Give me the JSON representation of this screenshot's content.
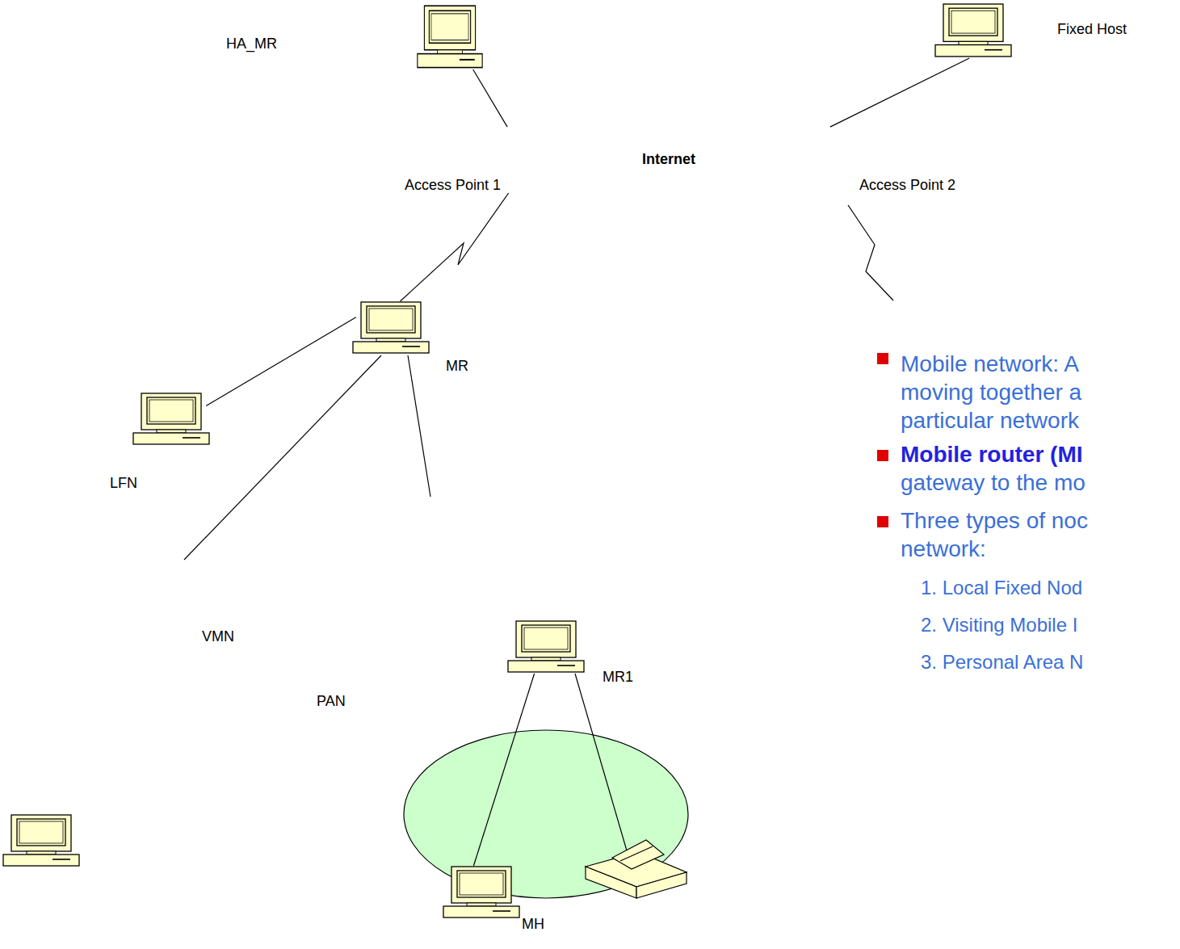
{
  "diagram": {
    "nodes": [
      {
        "text": [
          "HA_MR"
        ]
      },
      {
        "text": [
          "Fixed Host"
        ]
      },
      {
        "text": [
          "Internet"
        ]
      },
      {
        "text": [
          "Access Point 1"
        ],
        "in": 2
      },
      {
        "text": [
          "Access Point 2"
        ],
        "in": 2
      },
      {
        "text": [
          "VMN",
          "PAN"
        ]
      },
      {
        "text": [
          "MR"
        ],
        "in": 5
      },
      {
        "text": [
          "LFN"
        ],
        "in": 5
      },
      {
        "text": [
          "MR1"
        ]
      },
      {
        "text": [
          "MH"
        ]
      }
    ],
    "edges": [
      {
        "from": 0,
        "to": 2,
        "arrow": "none"
      },
      {
        "from": 1,
        "to": 2,
        "arrow": "none"
      },
      {
        "from": 3,
        "to": 6,
        "arrow": "none"
      },
      {
        "from": 6,
        "to": 7,
        "arrow": "none"
      },
      {
        "from": 8,
        "to": 9,
        "arrow": "none"
      }
    ],
    "labels": [
      "Mobile network: A",
      "moving together a",
      "particular network",
      "Mobile router (MI",
      "gateway to the mo",
      "Three types of noc",
      "network:",
      "1. Local Fixed Nod",
      "2. Visiting Mobile I",
      "3. Personal Area N"
    ]
  }
}
